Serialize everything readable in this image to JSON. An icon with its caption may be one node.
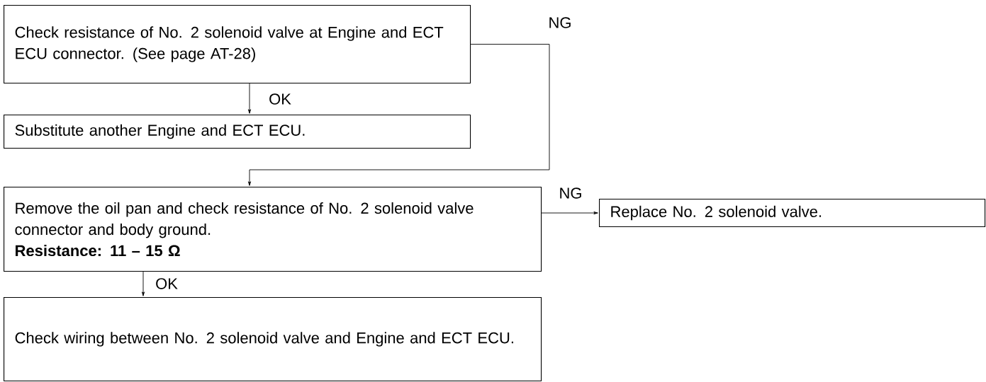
{
  "diagram": {
    "nodes": [
      {
        "text": [
          "Check resistance of No. 2 solenoid valve at Engine and ECT ECU connector. (See page AT-28)"
        ]
      },
      {
        "text": [
          "Substitute another Engine and ECT ECU."
        ]
      },
      {
        "text": [
          "Remove the oil pan and check resistance of No. 2 solenoid valve connector and body ground.",
          "Resistance:  11 – 15 Ω"
        ]
      },
      {
        "text": [
          "Replace No. 2 solenoid valve."
        ]
      },
      {
        "text": [
          "Check wiring between No. 2 solenoid valve and Engine and ECT ECU."
        ]
      }
    ],
    "edges": [
      {
        "from": 0,
        "to": 1,
        "arrow": "to",
        "label": "OK"
      },
      {
        "from": 0,
        "to": 2,
        "arrow": "to",
        "label": "NG"
      },
      {
        "from": 2,
        "to": 3,
        "arrow": "to",
        "label": "NG"
      },
      {
        "from": 2,
        "to": 4,
        "arrow": "to",
        "label": "OK"
      }
    ]
  }
}
